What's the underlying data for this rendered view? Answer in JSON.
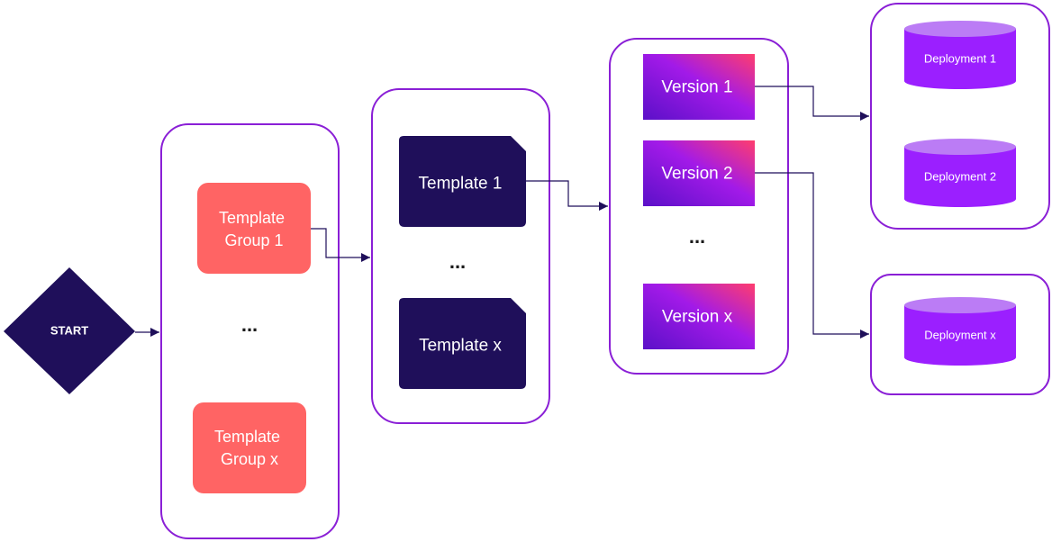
{
  "colors": {
    "frame": "#8a1fd6",
    "start": "#1f0f5a",
    "template_group": "#ff6464",
    "template": "#1f0f5a",
    "version_start": "#5b10c8",
    "version_mid": "#a21ae8",
    "version_end": "#ff3d6e",
    "deployment": "#9b1fff",
    "deployment_top": "#bb7cf5",
    "connector": "#1f0f5a"
  },
  "start": {
    "label": "START"
  },
  "template_groups": {
    "items": [
      {
        "line1": "Template",
        "line2": "Group 1"
      },
      {
        "line1": "Template",
        "line2": "Group x"
      }
    ],
    "ellipsis": "..."
  },
  "templates": {
    "items": [
      {
        "label": "Template 1"
      },
      {
        "label": "Template x"
      }
    ],
    "ellipsis": "..."
  },
  "versions": {
    "items": [
      {
        "label": "Version 1"
      },
      {
        "label": "Version 2"
      },
      {
        "label": "Version x"
      }
    ],
    "ellipsis": "..."
  },
  "deployments": {
    "items": [
      {
        "label": "Deployment 1"
      },
      {
        "label": "Deployment 2"
      },
      {
        "label": "Deployment x"
      }
    ]
  }
}
